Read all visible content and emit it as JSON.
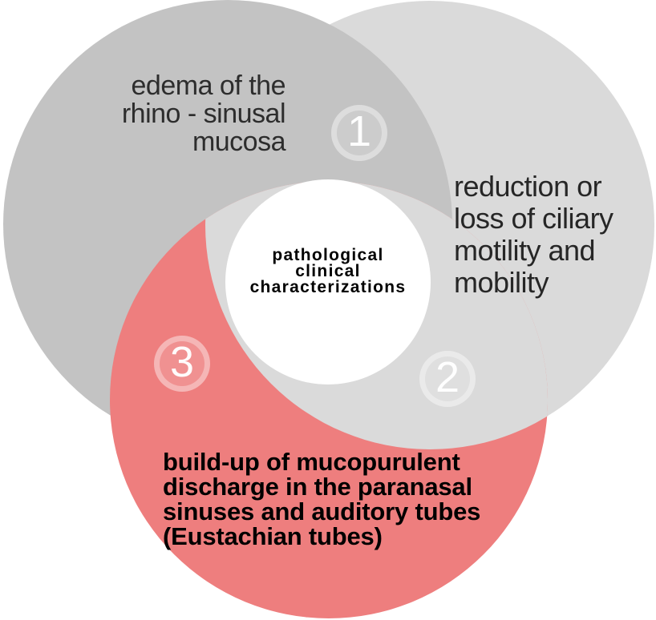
{
  "diagram": {
    "title": "pathological clinical characterizations venn diagram",
    "center": {
      "color": "#ffffff",
      "label_lines": [
        "pathological",
        "clinical",
        "characterizations"
      ]
    },
    "circles": [
      {
        "id": "edema",
        "number": "1",
        "color": "#c3c3c3",
        "label_lines": [
          "edema of the",
          "rhino - sinusal",
          "mucosa"
        ]
      },
      {
        "id": "ciliary",
        "number": "2",
        "color": "#dadada",
        "label_lines": [
          "reduction or",
          "loss of ciliary",
          "motility and",
          "mobility"
        ]
      },
      {
        "id": "discharge",
        "number": "3",
        "color": "#ee7e7e",
        "label_lines": [
          "build-up of mucopurulent",
          "discharge in the paranasal",
          "sinuses and auditory tubes",
          "(Eustachian tubes)"
        ]
      }
    ]
  }
}
